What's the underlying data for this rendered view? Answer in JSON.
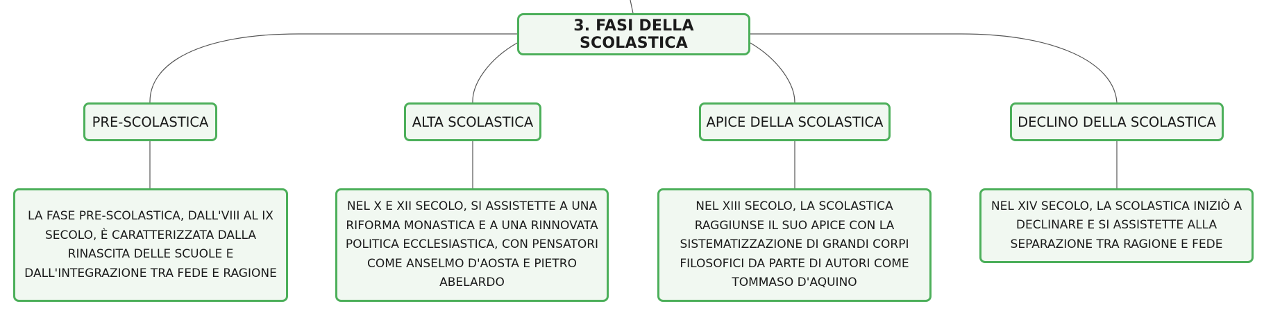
{
  "root": {
    "title": "3. FASI DELLA SCOLASTICA"
  },
  "phases": [
    {
      "label": "PRE-SCOLASTICA",
      "description": "LA FASE PRE-SCOLASTICA, DALL'VIII AL IX SECOLO, È CARATTERIZZATA DALLA RINASCITA DELLE SCUOLE E DALL'INTEGRAZIONE TRA FEDE E RAGIONE"
    },
    {
      "label": "ALTA SCOLASTICA",
      "description": "NEL X E XII SECOLO, SI ASSISTETTE A UNA RIFORMA MONASTICA E A UNA RINNOVATA POLITICA ECCLESIASTICA, CON PENSATORI COME ANSELMO D'AOSTA E PIETRO ABELARDO"
    },
    {
      "label": "APICE DELLA SCOLASTICA",
      "description": "NEL XIII SECOLO, LA SCOLASTICA RAGGIUNSE IL SUO APICE CON LA SISTEMATIZZAZIONE DI GRANDI CORPI FILOSOFICI DA PARTE DI AUTORI COME TOMMASO D'AQUINO"
    },
    {
      "label": "DECLINO DELLA SCOLASTICA",
      "description": "NEL XIV SECOLO, LA SCOLASTICA INIZIÒ A DECLINARE E SI ASSISTETTE ALLA SEPARAZIONE TRA RAGIONE E FEDE"
    }
  ],
  "colors": {
    "node_border": "#4caf5a",
    "node_fill": "#f1f8f1",
    "connector": "#555555"
  }
}
